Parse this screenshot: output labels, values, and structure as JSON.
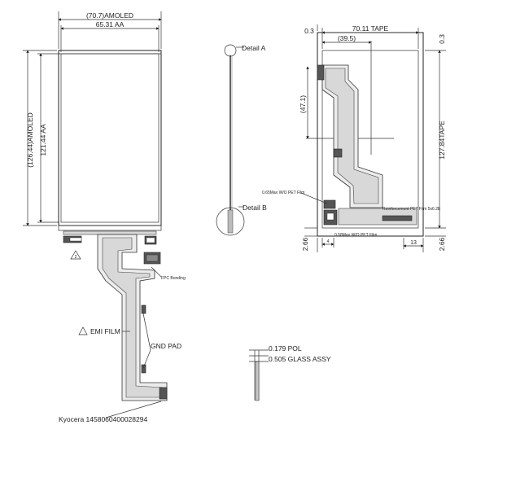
{
  "front_view": {
    "dim_total_width": "(70.7)AMOLED",
    "dim_aa_width": "65.31 AA",
    "dim_total_height": "(126.44)AMOLED",
    "dim_aa_height": "121.44 AA",
    "fpc_bonding": "FPC Bonding",
    "emi_film": "EMI FILM",
    "gnd_pad": "GND PAD",
    "part_number": "Kyocera 1458060400028294",
    "warning_mark": "2"
  },
  "detail_view": {
    "detail_a": "Detail A",
    "detail_b": "Detail B",
    "pol": "0.179 POL",
    "glass_assy": "0.505 GLASS ASSY"
  },
  "back_view": {
    "dim_left_gap": "0.3",
    "dim_tape_width": "70.11 TAPE",
    "dim_top_gap": "0.3",
    "dim_center_x": "(39.5)",
    "dim_center_y": "(47.1)",
    "dim_tape_height": "127.84TAPE",
    "pet_film_top": "0.65Max W/O PET Film",
    "pet_film_bottom": "0.58Max W/O PET Film",
    "stiffener": "Reinforcement PET Film 5x6.2E",
    "dim_bottom_left": "2.66",
    "dim_bottom_right": "2.66",
    "dim_offset": "4",
    "dim_13": "13"
  }
}
